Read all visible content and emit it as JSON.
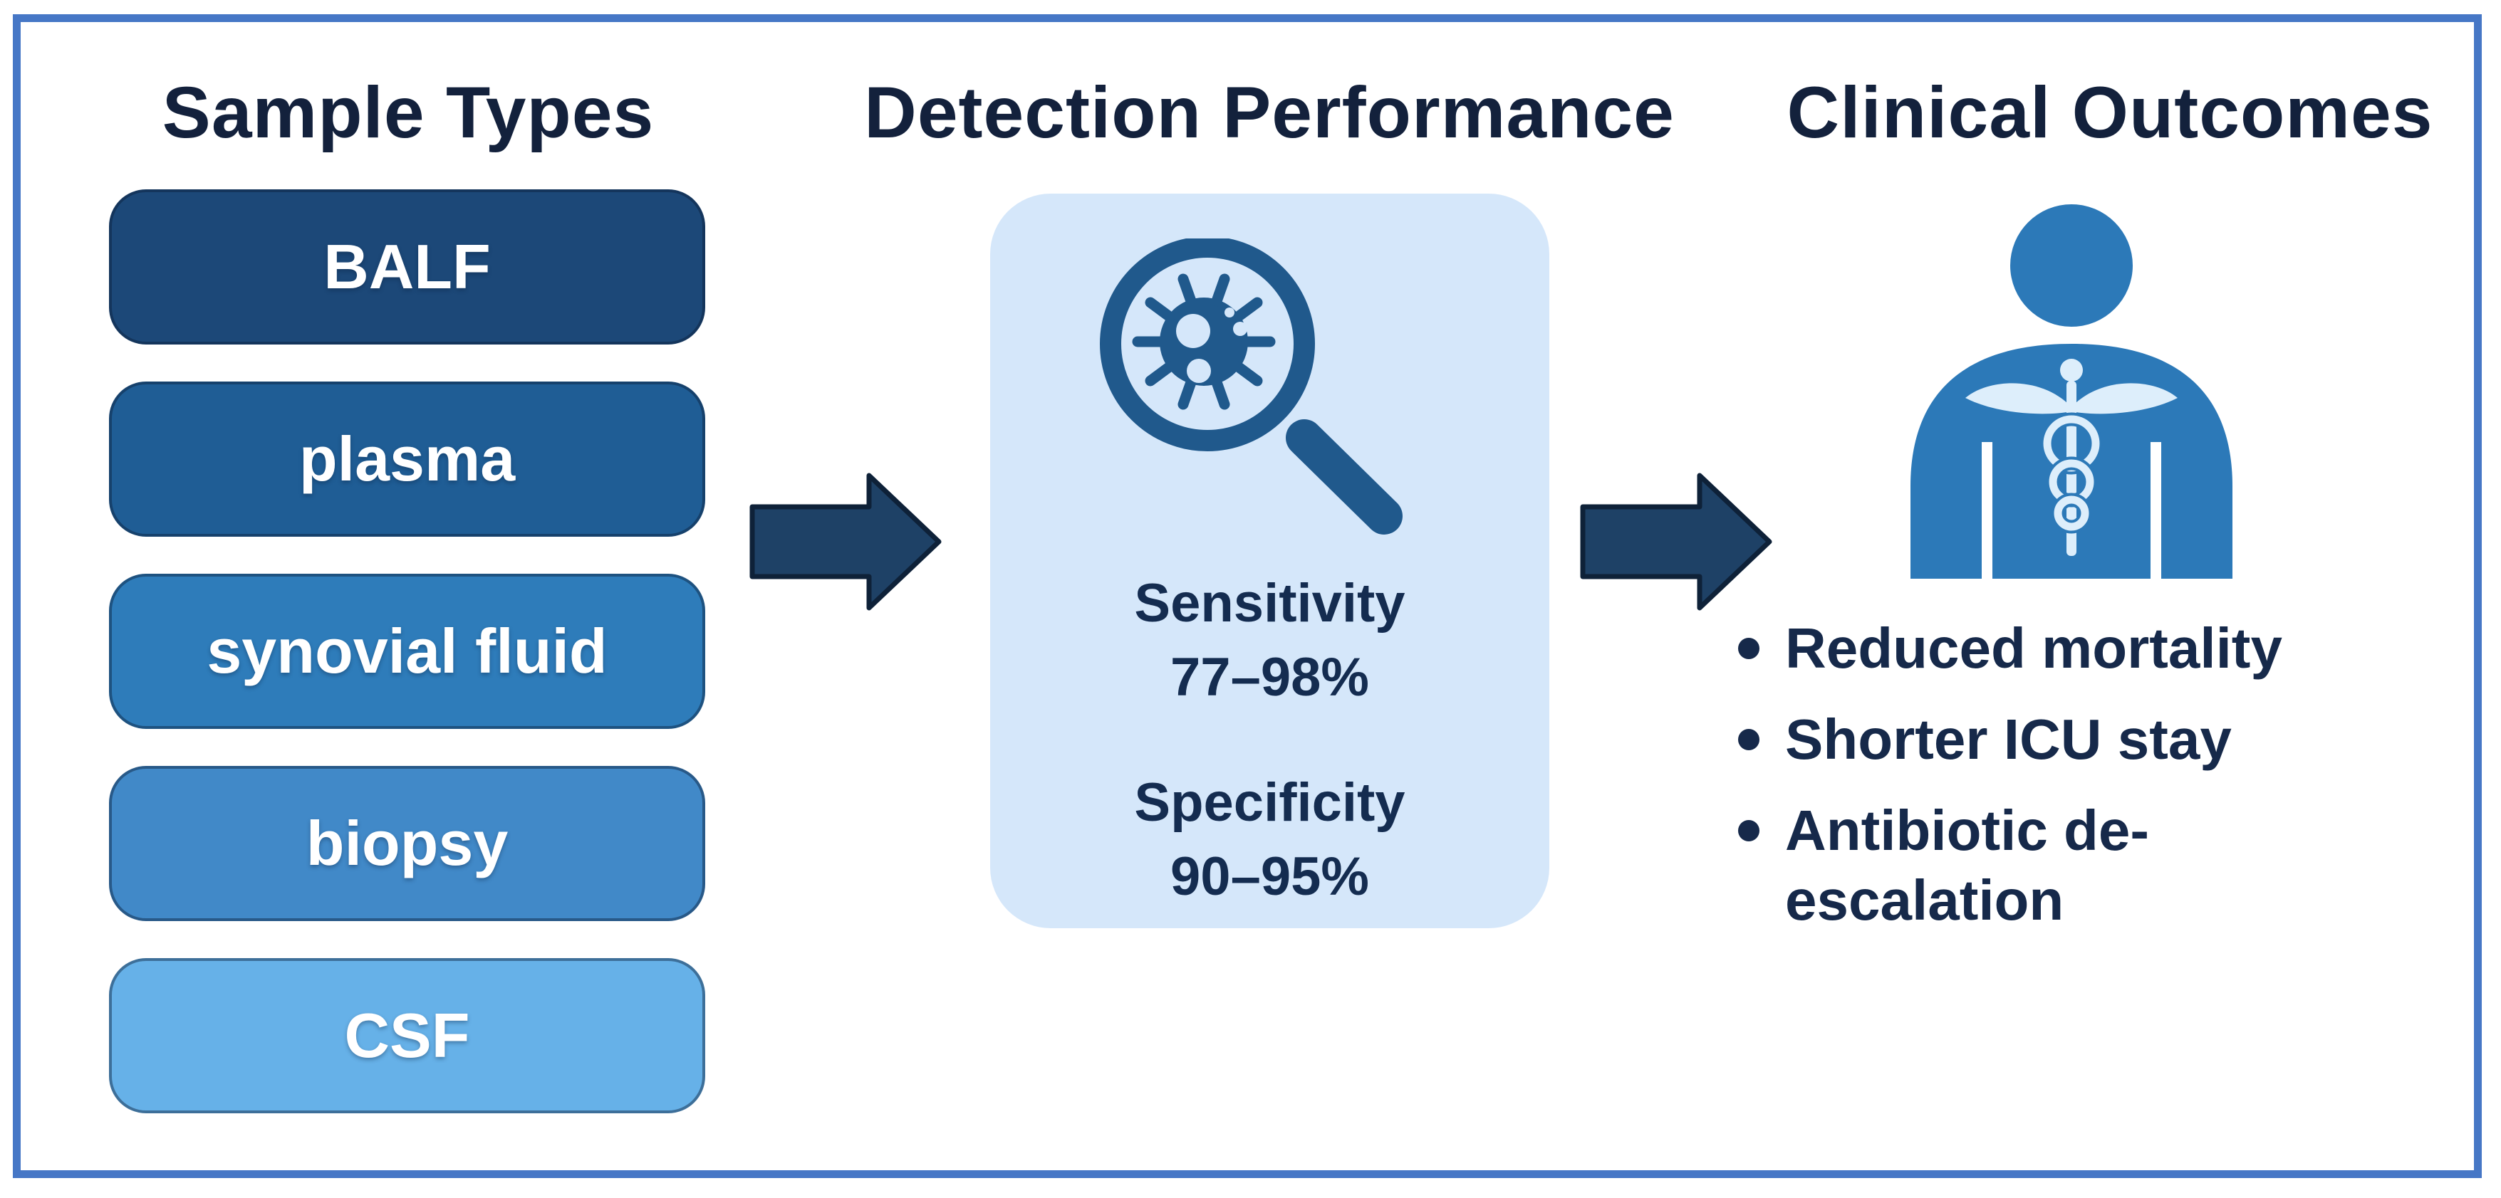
{
  "colors": {
    "frame-border": "#4677c6",
    "title-text": "#13213c",
    "box-text": "#ffffff",
    "card-bg": "#d5e7fa",
    "stat-text": "#142c50",
    "arrow-fill": "#1e4166",
    "arrow-stroke": "#0e2138",
    "magnifier": "#20598c",
    "person": "#2c79b8",
    "caduceus": "#ddeefb",
    "bullet-text": "#16294a"
  },
  "samples": {
    "title": "Sample Types",
    "items": [
      {
        "label": "BALF",
        "color": "#1c4878"
      },
      {
        "label": "plasma",
        "color": "#1f5d95"
      },
      {
        "label": "synovial fluid",
        "color": "#2e7cba"
      },
      {
        "label": "biopsy",
        "color": "#4189c8"
      },
      {
        "label": "CSF",
        "color": "#66b1e8"
      }
    ]
  },
  "detection": {
    "title": "Detection Performance",
    "icon": "magnifier-virus-icon",
    "stats": [
      {
        "label": "Sensitivity",
        "value": "77–98%"
      },
      {
        "label": "Specificity",
        "value": "90–95%"
      }
    ]
  },
  "outcomes": {
    "title": "Clinical Outcomes",
    "icon": "patient-caduceus-icon",
    "bullets": [
      "Reduced mortality",
      "Shorter ICU stay",
      "Antibiotic de-escalation"
    ]
  }
}
